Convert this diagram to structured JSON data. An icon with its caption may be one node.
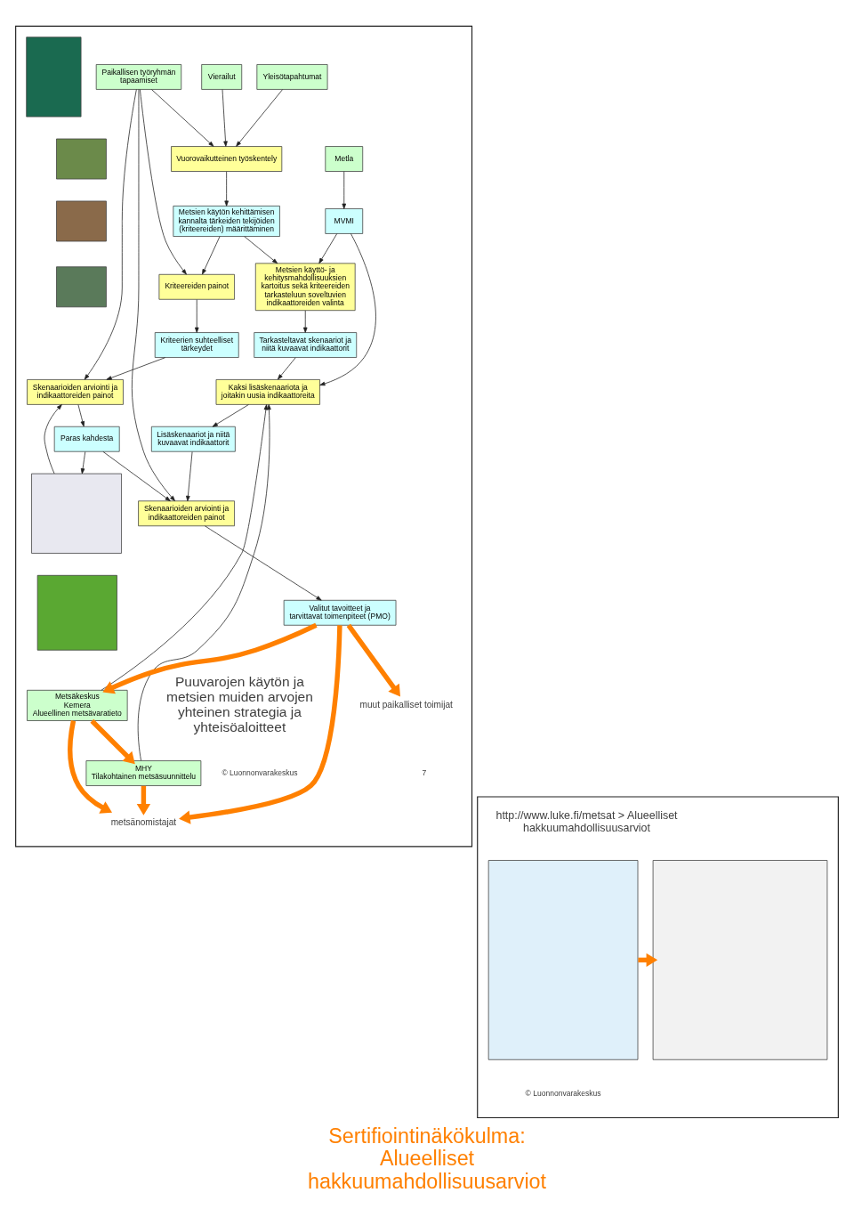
{
  "diagram": {
    "title": "Sertifiointinäkökulma: Alueelliset hakkuumahdollisuusarviot",
    "nodes": [
      {
        "text": [],
        "shape": "box"
      },
      {
        "text": [
          "Metla"
        ],
        "in": 0
      },
      {
        "text": [
          "MVMI"
        ],
        "in": 0
      },
      {
        "text": [],
        "shape": "box",
        "in": 0
      },
      {
        "text": [
          "Metsien käyttö- ja kehitysmahdollisuuksien kartoitus sekä kriteereiden tarkasteluun soveltuvien indikaattoreiden valinta"
        ],
        "in": 0
      },
      {
        "text": [
          "Vuorovaikutteinen työskentely"
        ],
        "in": 0
      },
      {
        "text": [
          "Metsien käytön kehittämisen kannalta tärkeiden tekijöiden (kriteereiden) määrittäminen"
        ],
        "in": 0
      },
      {
        "text": [
          "Yleisötapahtumat"
        ],
        "in": 0
      },
      {
        "text": [
          "Vierailut"
        ],
        "in": 0
      },
      {
        "text": [
          "Paikallisen työryhmän tapaamiset"
        ],
        "in": 0
      },
      {
        "text": [
          "Kriteereiden painot"
        ],
        "in": 0
      },
      {
        "text": [],
        "shape": "box",
        "in": 0
      },
      {
        "text": [
          "Tarkasteltavat skenaariot ja niitä kuvaavat indikaattorit"
        ],
        "in": 0
      },
      {
        "text": [
          "Kriteerien suhteelliset tärkeydet"
        ],
        "in": 0
      },
      {
        "text": [],
        "shape": "box",
        "in": 0
      },
      {
        "text": [],
        "shape": "box",
        "in": 0
      },
      {
        "text": [
          "Skenaarioiden arviointi ja indikaattoreiden painot"
        ],
        "in": 0
      },
      {
        "text": [],
        "shape": "box",
        "in": 0
      },
      {
        "text": [
          "Metsäkeskus",
          "Kemera",
          "Alueellinen metsävaratieto"
        ],
        "in": 0
      },
      {
        "text": [
          "Kaksi lisäskenaariota ja joitakin uusia indikaattoreita"
        ],
        "in": 0
      },
      {
        "text": [
          "Paras kahdesta"
        ],
        "in": 0
      },
      {
        "text": [
          "MHY",
          "Tilakohtainen metsäsuunnittelu"
        ],
        "in": 0
      },
      {
        "text": [
          "Lisäskenaariot ja niitä kuvaavat indikaattorit"
        ],
        "in": 0
      },
      {
        "text": [
          "Skenaarioiden arviointi ja indikaattoreiden painot"
        ],
        "in": 0
      },
      {
        "text": [],
        "shape": "box",
        "in": 0
      },
      {
        "text": [
          "metsänomistajat"
        ],
        "in": 0
      },
      {
        "text": [
          "muut paikalliset toimijat"
        ],
        "in": 0
      },
      {
        "text": [
          "Valitut tavoitteet ja tarvittavat toimenpiteet (PMO)"
        ],
        "in": 0
      },
      {
        "text": [],
        "shape": "box"
      },
      {
        "text": [],
        "shape": "box",
        "in": 28
      },
      {
        "text": [],
        "shape": "box",
        "in": 28
      }
    ],
    "edges": [
      {
        "from": 1,
        "to": 2,
        "arrow": "to"
      },
      {
        "from": 2,
        "to": 4,
        "arrow": "to"
      },
      {
        "from": 2,
        "to": 19,
        "arrow": "to"
      },
      {
        "from": 4,
        "to": 12,
        "arrow": "to"
      },
      {
        "from": 12,
        "to": 19,
        "arrow": "to"
      },
      {
        "from": 7,
        "to": 5,
        "arrow": "to"
      },
      {
        "from": 8,
        "to": 5,
        "arrow": "to"
      },
      {
        "from": 9,
        "to": 5,
        "arrow": "to"
      },
      {
        "from": 5,
        "to": 6,
        "arrow": "to"
      },
      {
        "from": 6,
        "to": 4,
        "arrow": "to"
      },
      {
        "from": 6,
        "to": 10,
        "arrow": "to"
      },
      {
        "from": 9,
        "to": 10,
        "arrow": "to"
      },
      {
        "from": 10,
        "to": 13,
        "arrow": "to"
      },
      {
        "from": 13,
        "to": 16,
        "arrow": "to"
      },
      {
        "from": 9,
        "to": 16,
        "arrow": "to"
      },
      {
        "from": 15,
        "to": 16,
        "arrow": "to"
      },
      {
        "from": 16,
        "to": 20,
        "arrow": "to"
      },
      {
        "from": 20,
        "to": 15,
        "arrow": "to"
      },
      {
        "from": 18,
        "to": 19,
        "arrow": "to"
      },
      {
        "from": 21,
        "to": 19,
        "arrow": "to"
      },
      {
        "from": 19,
        "to": 22,
        "arrow": "to"
      },
      {
        "from": 20,
        "to": 23,
        "arrow": "to"
      },
      {
        "from": 22,
        "to": 23,
        "arrow": "to"
      },
      {
        "from": 9,
        "to": 23,
        "arrow": "to"
      },
      {
        "from": 23,
        "to": 27,
        "arrow": "to"
      },
      {
        "from": 18,
        "to": 21,
        "arrow": "to",
        "style": "thick",
        "color": "#ff8000"
      },
      {
        "from": 18,
        "to": 25,
        "arrow": "to",
        "style": "thick",
        "color": "#ff8000"
      },
      {
        "from": 21,
        "to": 25,
        "arrow": "to",
        "style": "thick",
        "color": "#ff8000"
      },
      {
        "from": 27,
        "to": 25,
        "arrow": "to",
        "style": "thick",
        "color": "#ff8000"
      },
      {
        "from": 27,
        "to": 26,
        "arrow": "to",
        "style": "thick",
        "color": "#ff8000"
      },
      {
        "from": 27,
        "to": 18,
        "arrow": "to",
        "style": "thick",
        "color": "#ff8000"
      },
      {
        "from": 29,
        "to": 30,
        "arrow": "to",
        "style": "thick",
        "color": "#ff8000"
      }
    ],
    "labels": [
      "7",
      "Puuvarojen käytön ja metsien muiden arvojen yhteinen strategia ja yhteisöaloitteet",
      "© Luonnonvarakeskus",
      "http://www.luke.fi/metsat > Alueelliset hakkuumahdollisuusarviot",
      "© Luonnonvarakeskus"
    ]
  }
}
